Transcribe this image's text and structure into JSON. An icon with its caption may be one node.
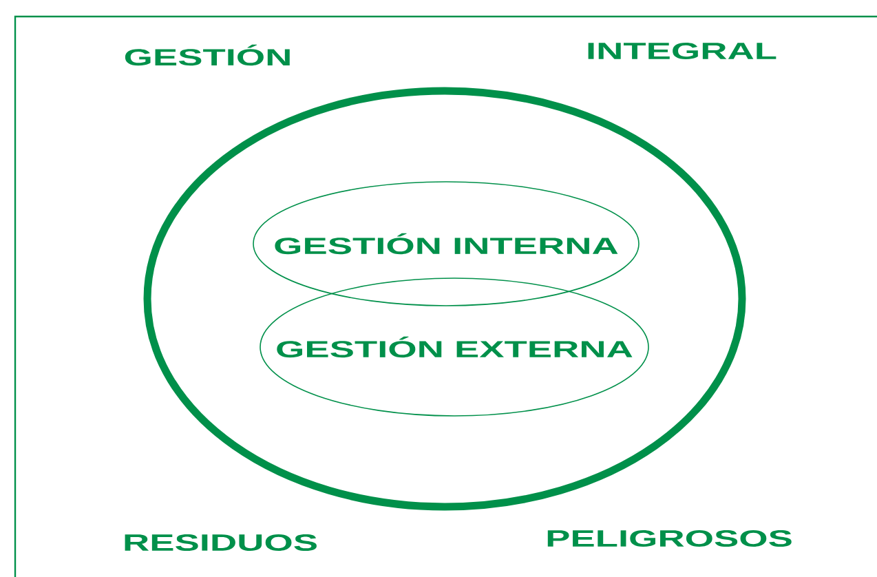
{
  "diagram": {
    "nodes": [
      {
        "text": [],
        "shape": "circle"
      },
      {
        "text": [
          "GESTIÓN INTERNA"
        ],
        "in": 0
      },
      {
        "text": [
          "GESTIÓN EXTERNA"
        ],
        "in": 0
      }
    ],
    "labels": [
      "GESTIÓN",
      "INTEGRAL",
      "RESIDUOS",
      "PELIGROSOS"
    ]
  }
}
